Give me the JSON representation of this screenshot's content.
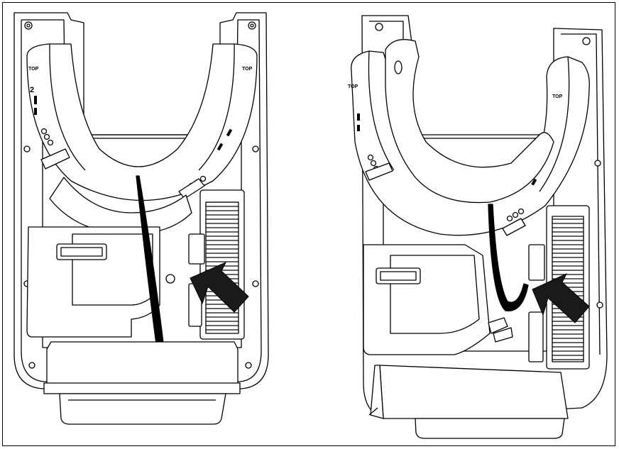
{
  "figure": {
    "left_view": {
      "labels": {
        "top_left": "TOP",
        "top_right": "TOP",
        "duct_numeral": "2"
      }
    },
    "right_view": {
      "labels": {
        "top_left": "TOP",
        "top_right": "TOP"
      }
    },
    "colors": {
      "line": "#000000",
      "fill": "#ffffff",
      "arrow": "#1a1a1a",
      "shade": "#e9e9e9"
    }
  }
}
